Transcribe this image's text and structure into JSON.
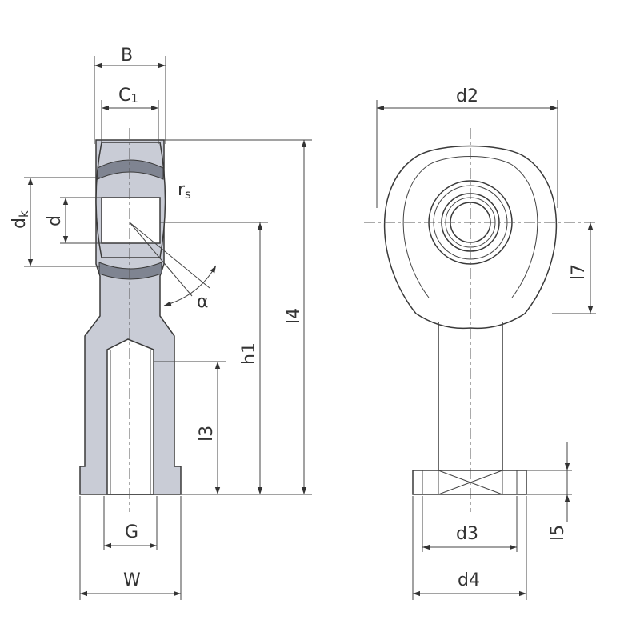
{
  "labels": {
    "B": "B",
    "C": "C",
    "C_sub": "1",
    "r": "r",
    "r_sub": "s",
    "d": "d",
    "dk": "d",
    "dk_sub": "k",
    "alpha": "α",
    "h1": "h1",
    "l4": "l4",
    "l3": "l3",
    "G": "G",
    "W": "W",
    "d2": "d2",
    "l7": "l7",
    "d3": "d3",
    "d4": "d4",
    "l5": "l5"
  }
}
